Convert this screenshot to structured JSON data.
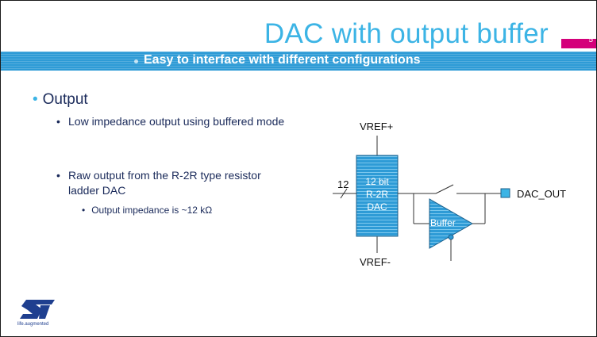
{
  "slide": {
    "title": "DAC with output buffer",
    "page_number": "5",
    "subtitle": "Easy to interface with different configurations"
  },
  "content": {
    "bullet": "Output",
    "sub_bullets": [
      {
        "text": "Low impedance output using buffered mode"
      },
      {
        "text": "Raw output from the R-2R type resistor ladder DAC"
      }
    ],
    "sub_sub_bullet": "Output impedance is ~12 kΩ"
  },
  "diagram": {
    "vref_plus": "VREF+",
    "vref_minus": "VREF-",
    "input_bits": "12",
    "dac_line1": "12 bit",
    "dac_line2": "R-2R",
    "dac_line3": "DAC",
    "buffer_label": "Buffer",
    "output_label": "DAC_OUT"
  },
  "logo": {
    "tagline": "life.augmented"
  },
  "colors": {
    "title_blue": "#3cb4e5",
    "band_blue": "#2e9bd6",
    "accent_pink": "#d4007a",
    "text_navy": "#1a2a5a",
    "logo_blue": "#1f3f8f"
  }
}
